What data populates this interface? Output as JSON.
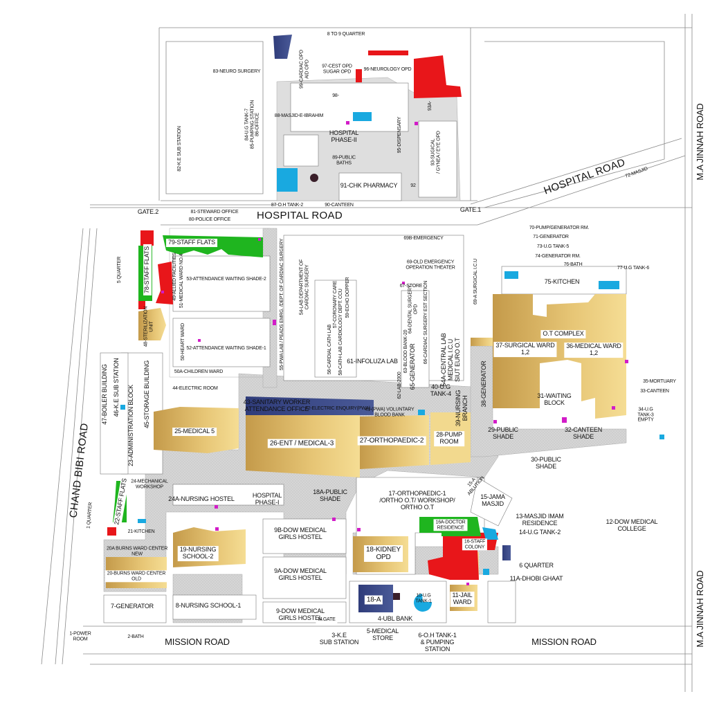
{
  "roads": {
    "hospital_road_main": "HOSPITAL ROAD",
    "hospital_road_right": "HOSPITAL ROAD",
    "ma_jinnah_top": "M.A JINNAH ROAD",
    "ma_jinnah_bottom": "M.A JINNAH ROAD",
    "chand_bibi": "CHAND BIBI ROAD",
    "mission_left": "MISSION ROAD",
    "mission_right": "MISSION ROAD",
    "gate2": "GATE.2",
    "gate1": "GATE.1",
    "mgate": "M.GATE"
  },
  "buildings": [
    "8 TO 9 QUARTER",
    "99-CARDIAC OPD\nAID OPD",
    "97-CEST OPD\nSUGAR OPD",
    "96-NEUROLOGY OPD",
    "83-NEURO SURGERY",
    "98-",
    "88-MASJID-E-IBRAHIM",
    "HOSPITAL\nPHASE-II",
    "95-DISPENSARY",
    "93A-",
    "93-SUGICAL\n/ GYNEA / EYE OPD",
    "89-PUBLIC\nBATHS",
    "91-CHK PHARMACY",
    "92",
    "87-O.H TANK-2",
    "90-CANTEEN",
    "84-U.G TANK-7\n85-PUMPING STATION\n86-OFFICE",
    "82-K.E SUB STATION",
    "72-MASJID",
    "81-STEWARD OFFICE",
    "80-POLICE OFFICE",
    "69B-EMERGENCY",
    "69-OLD EMERGENCY\nOPERATION THEATER",
    "67-STORE",
    "64-DENTAL SURGERY\nOPD",
    "66-CARDIAC SURGERY EST SECTION",
    "69-A SURGICAL I.C.U",
    "55-PWA LAB / PEADS EMRG. /DEPT. OF CARDIAC SURGERY",
    "54-LAB DEPARTMENT OF\nCARDIAC SURGERY",
    "57-CORONARY CARE",
    "58-CATH-LAB CARDIOLOGY DEPT. CCU",
    "59-ECHO DOPPER",
    "56-CARDIAL CATH LAB",
    "61-INFOLUZA LAB",
    "63-BLOOD BANK-20",
    "62-LAB-2000",
    "65-GENERATOR",
    "54A-CENTRAL LAB\nMEDICAL I.C.U\nSIUT EURO O.T",
    "40-U.G\nTANK-4",
    "39-NURSING\nBRANCH",
    "38-GENERATOR",
    "43-SANITARY WORKER\nATTENDANCE OFFICE",
    "42-ELECTRIC ENQUIRY(PWA)",
    "41-(PWA) VOLUNTARY\nBLOOD BANK",
    "79-STAFF FLATS",
    "78-STAFF FLATS",
    "5 QUARTER",
    "49-ALLIED FACILITIES",
    "51-MEDICAL WARD NO.4",
    "53-ATTENDANCE WAITING SHADE-2",
    "48-STERILIZATION\nUNIT",
    "50-HEART WARD",
    "52-ATTENDANCE WAITING SHADE-1",
    "50A-CHILDREN WARD",
    "44-ELECTRIC ROOM",
    "47-BOILER BUILDING",
    "46-K.E SUB STATION",
    "23-ADMINISTRATION BLOCK",
    "45-STORAGE BUILDING",
    "25-MEDICAL 5",
    "26-ENT / MEDICAL-3",
    "27-ORTHOPAEDIC-2",
    "28-PUMP\nROOM",
    "O.T COMPLEX",
    "37-SURGICAL WARD\n1,2",
    "36-MEDICAL WARD\n1,2",
    "70-PUMP/GENERATOR RM.",
    "71-GENERATOR",
    "73-U.G TANK-5",
    "74-GENERATOR RM.",
    "76-BATH",
    "77-U.G TANK-6",
    "75-KITCHEN",
    "31-WAITING\nBLOCK",
    "29-PUBLIC\nSHADE",
    "32-CANTEEN\nSHADE",
    "30-PUBLIC\nSHADE",
    "35-MORTUARY",
    "33-CANTEEN",
    "34-U.G\nTANK-3\nEMPTY",
    "12-DOW MEDICAL\nCOLLEGE",
    "HOSPITAL\nPHASE-I",
    "18A-PUBLIC\nSHADE",
    "17-ORTHOPAEDIC-1\n/ORTHO O.T/ WORKSHOP/\nORTHO O.T",
    "15-A\nABLUTION",
    "15-JAMA\nMASJID",
    "13-MASJID IMAM\nRESIDENCE",
    "14-U.G TANK-2",
    "16A-DOCTOR\nRESIDENCE",
    "16-STAFF\nCOLONY",
    "6 QUARTER",
    "11A-DHOBI GHAAT",
    "18-KIDNEY\nOPD",
    "18-A",
    "10-U.G\nTANK-1",
    "11-JAIL\nWARD",
    "4-UBL BANK",
    "5-MEDICAL\nSTORE",
    "6-O.H TANK-1\n& PUMPING\nSTATION",
    "3-K.E\nSUB STATION",
    "9B-DOW MEDICAL\nGIRLS HOSTEL",
    "9A-DOW MEDICAL\nGIRLS HOSTEL",
    "9-DOW MEDICAL\nGIRLS HOSTEL",
    "24A-NURSING HOSTEL",
    "24-MECHANICAL\nWORKSHOP",
    "22-STAFF FLATS",
    "1 QUARTER",
    "21-KITCHEN",
    "20A BURNS WARD CENTER\nNEW",
    "20-BURNS WARD CENTER\nOLD",
    "19-NURSING\nSCHOOL-2",
    "7-GENERATOR",
    "8-NURSING SCHOOL-1",
    "1-POWER\nROOM",
    "2-BATH"
  ],
  "colors": {
    "paved": "#dcdcdc",
    "ward": "#d9b45c",
    "staff_flats": "#1fb51f",
    "residence": "#e8161a",
    "tank": "#19a9e0",
    "office": "#3b4a86",
    "marker": "#d21cc8"
  }
}
